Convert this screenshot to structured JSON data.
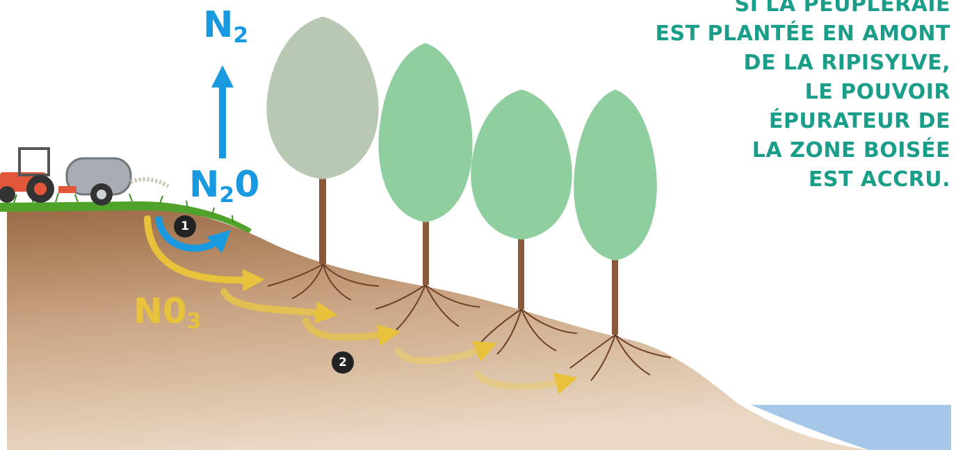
{
  "caption": {
    "lines": [
      "SI LA PEUPLERAIE",
      "EST PLANTÉE EN AMONT",
      "DE LA RIPISYLVE,",
      "LE POUVOIR",
      "ÉPURATEUR DE",
      "LA ZONE BOISÉE",
      "EST ACCRU."
    ]
  },
  "labels": {
    "n2": {
      "base": "N",
      "sub": "2"
    },
    "n2o": {
      "base": "N",
      "sub": "2",
      "tail": "0"
    },
    "no3": {
      "base": "N0",
      "sub": "3"
    }
  },
  "badges": {
    "one": "1",
    "two": "2"
  },
  "colors": {
    "caption_teal": "#1a9e8a",
    "nitrogen_blue": "#1899e0",
    "nitrate_yellow": "#e8c23a",
    "soil_dark": "#9a6a45",
    "soil_light": "#e6d2bb",
    "grass": "#4fa32b",
    "water": "#a7c7e8",
    "tractor_red": "#e2563a",
    "tank_grey": "#a7adb2",
    "trunk_brown": "#8a5a3a",
    "foliage_pale": "#b9c8b3",
    "foliage_green": "#8fcf9f"
  },
  "icons": {
    "tractor": "tractor-icon",
    "tank": "slurry-tank-icon",
    "tree": "poplar-tree-icon",
    "roots": "root-system-icon"
  }
}
